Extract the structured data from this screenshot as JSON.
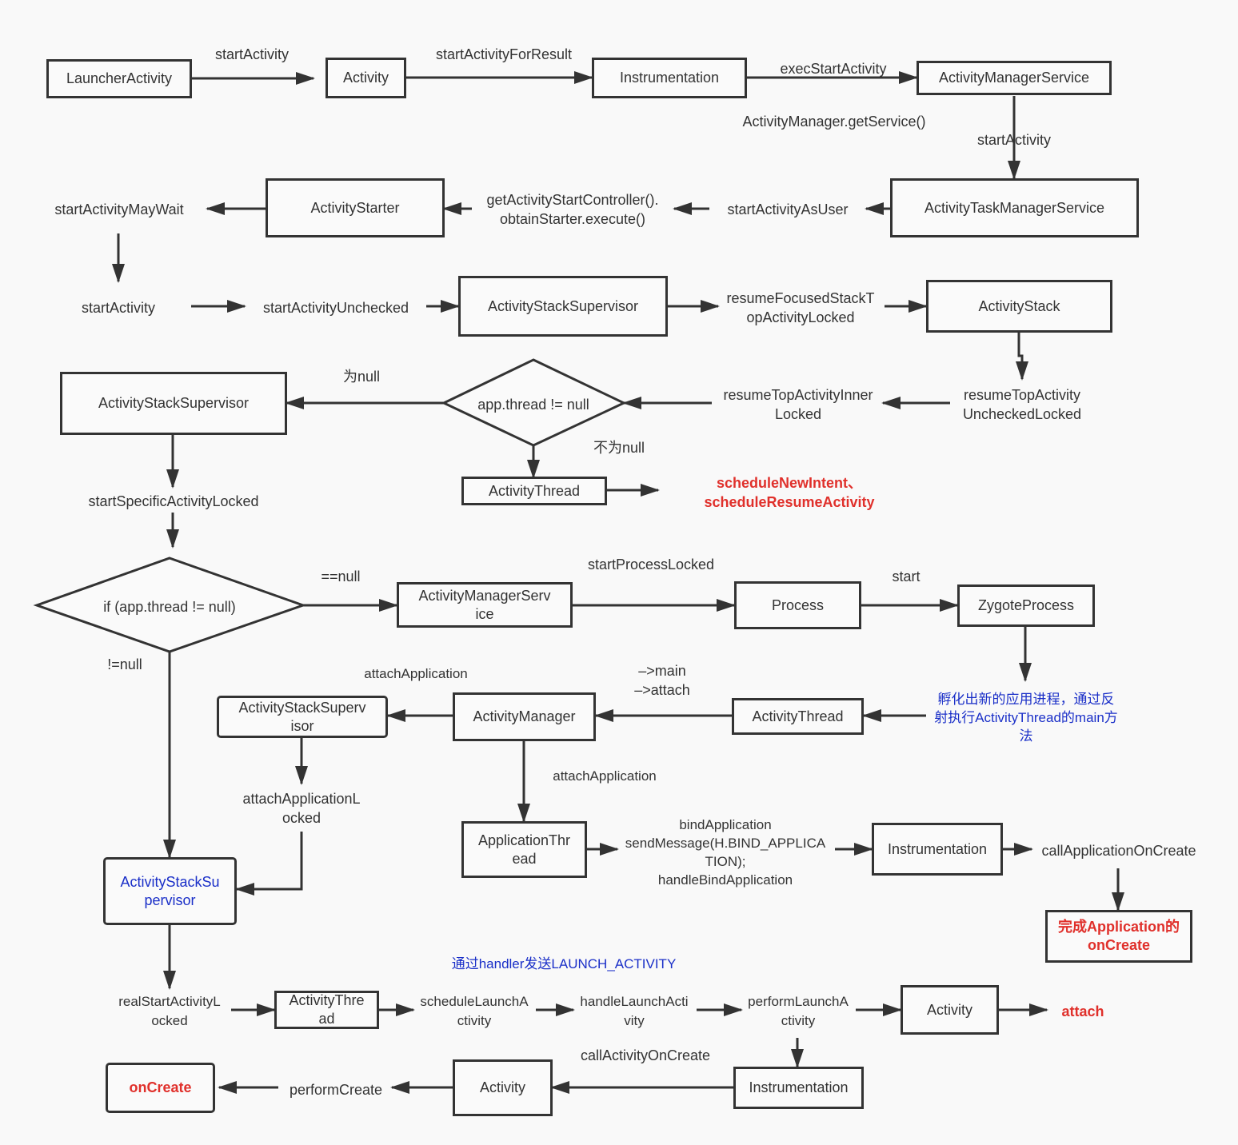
{
  "colors": {
    "line": "#333333",
    "accent_red": "#e0302b",
    "accent_blue": "#1a2fc8"
  },
  "nodes": {
    "launcher_activity": "LauncherActivity",
    "activity_1": "Activity",
    "instrumentation_1": "Instrumentation",
    "activity_manager_service_1": "ActivityManagerService",
    "activity_task_manager_service": "ActivityTaskManagerService",
    "activity_starter": "ActivityStarter",
    "activity_stack_supervisor_1": "ActivityStackSupervisor",
    "activity_stack": "ActivityStack",
    "activity_stack_supervisor_2": "ActivityStackSupervisor",
    "decision_app_thread": "app.thread != null",
    "activity_thread_1": "ActivityThread",
    "decision_if_app_thread": "if (app.thread != null)",
    "activity_manager_service_2": "ActivityManagerServ\nice",
    "process": "Process",
    "zygote_process": "ZygoteProcess",
    "activity_stack_supervisor_3": "ActivityStackSuperv\nisor",
    "activity_manager": "ActivityManager",
    "activity_thread_2": "ActivityThread",
    "application_thread": "ApplicationThr\nead",
    "instrumentation_2": "Instrumentation",
    "activity_stack_supervisor_4": "ActivityStackSu\npervisor",
    "complete_application_oncreate": "完成Application的\nonCreate",
    "activity_thread_3": "ActivityThre\nad",
    "activity_2": "Activity",
    "instrumentation_3": "Instrumentation",
    "activity_3": "Activity",
    "on_create": "onCreate"
  },
  "labels": {
    "start_activity_1": "startActivity",
    "start_activity_for_result": "startActivityForResult",
    "exec_start_activity": "execStartActivity",
    "activity_manager_get_service": "ActivityManager.getService()",
    "start_activity_2": "startActivity",
    "start_activity_as_user": "startActivityAsUser",
    "get_activity_start_controller": "getActivityStartController().\nobtainStarter.execute()",
    "start_activity_may_wait": "startActivityMayWait",
    "start_activity_3": "startActivity",
    "start_activity_unchecked": "startActivityUnchecked",
    "resume_focused_stack": "resumeFocusedStackT\nopActivityLocked",
    "resume_top_activity_unchecked": "resumeTopActivity\nUncheckedLocked",
    "resume_top_activity_inner": "resumeTopActivityInner\nLocked",
    "is_null": "为null",
    "not_null_cn": "不为null",
    "schedule_new_intent": "scheduleNewIntent、\nscheduleResumeActivity",
    "start_specific_activity_locked": "startSpecificActivityLocked",
    "eq_null": "==null",
    "start_process_locked": "startProcessLocked",
    "start": "start",
    "neq_null": "!=null",
    "attach_application_1": "attachApplication",
    "main_attach": "–>main\n–>attach",
    "incubate_process": "孵化出新的应用进程，通过反\n射执行ActivityThread的main方\n法",
    "attach_application_locked": "attachApplicationL\nocked",
    "attach_application_2": "attachApplication",
    "bind_application": "bindApplication\nsendMessage(H.BIND_APPLICA\nTION);\nhandleBindApplication",
    "call_application_on_create": "callApplicationOnCreate",
    "send_launch_activity": "通过handler发送LAUNCH_ACTIVITY",
    "real_start_activity_locked": "realStartActivityL\nocked",
    "schedule_launch_activity": "scheduleLaunchA\nctivity",
    "handle_launch_activity": "handleLaunchActi\nvity",
    "perform_launch_activity": "performLaunchA\nctivity",
    "attach": "attach",
    "call_activity_on_create": "callActivityOnCreate",
    "perform_create": "performCreate"
  }
}
